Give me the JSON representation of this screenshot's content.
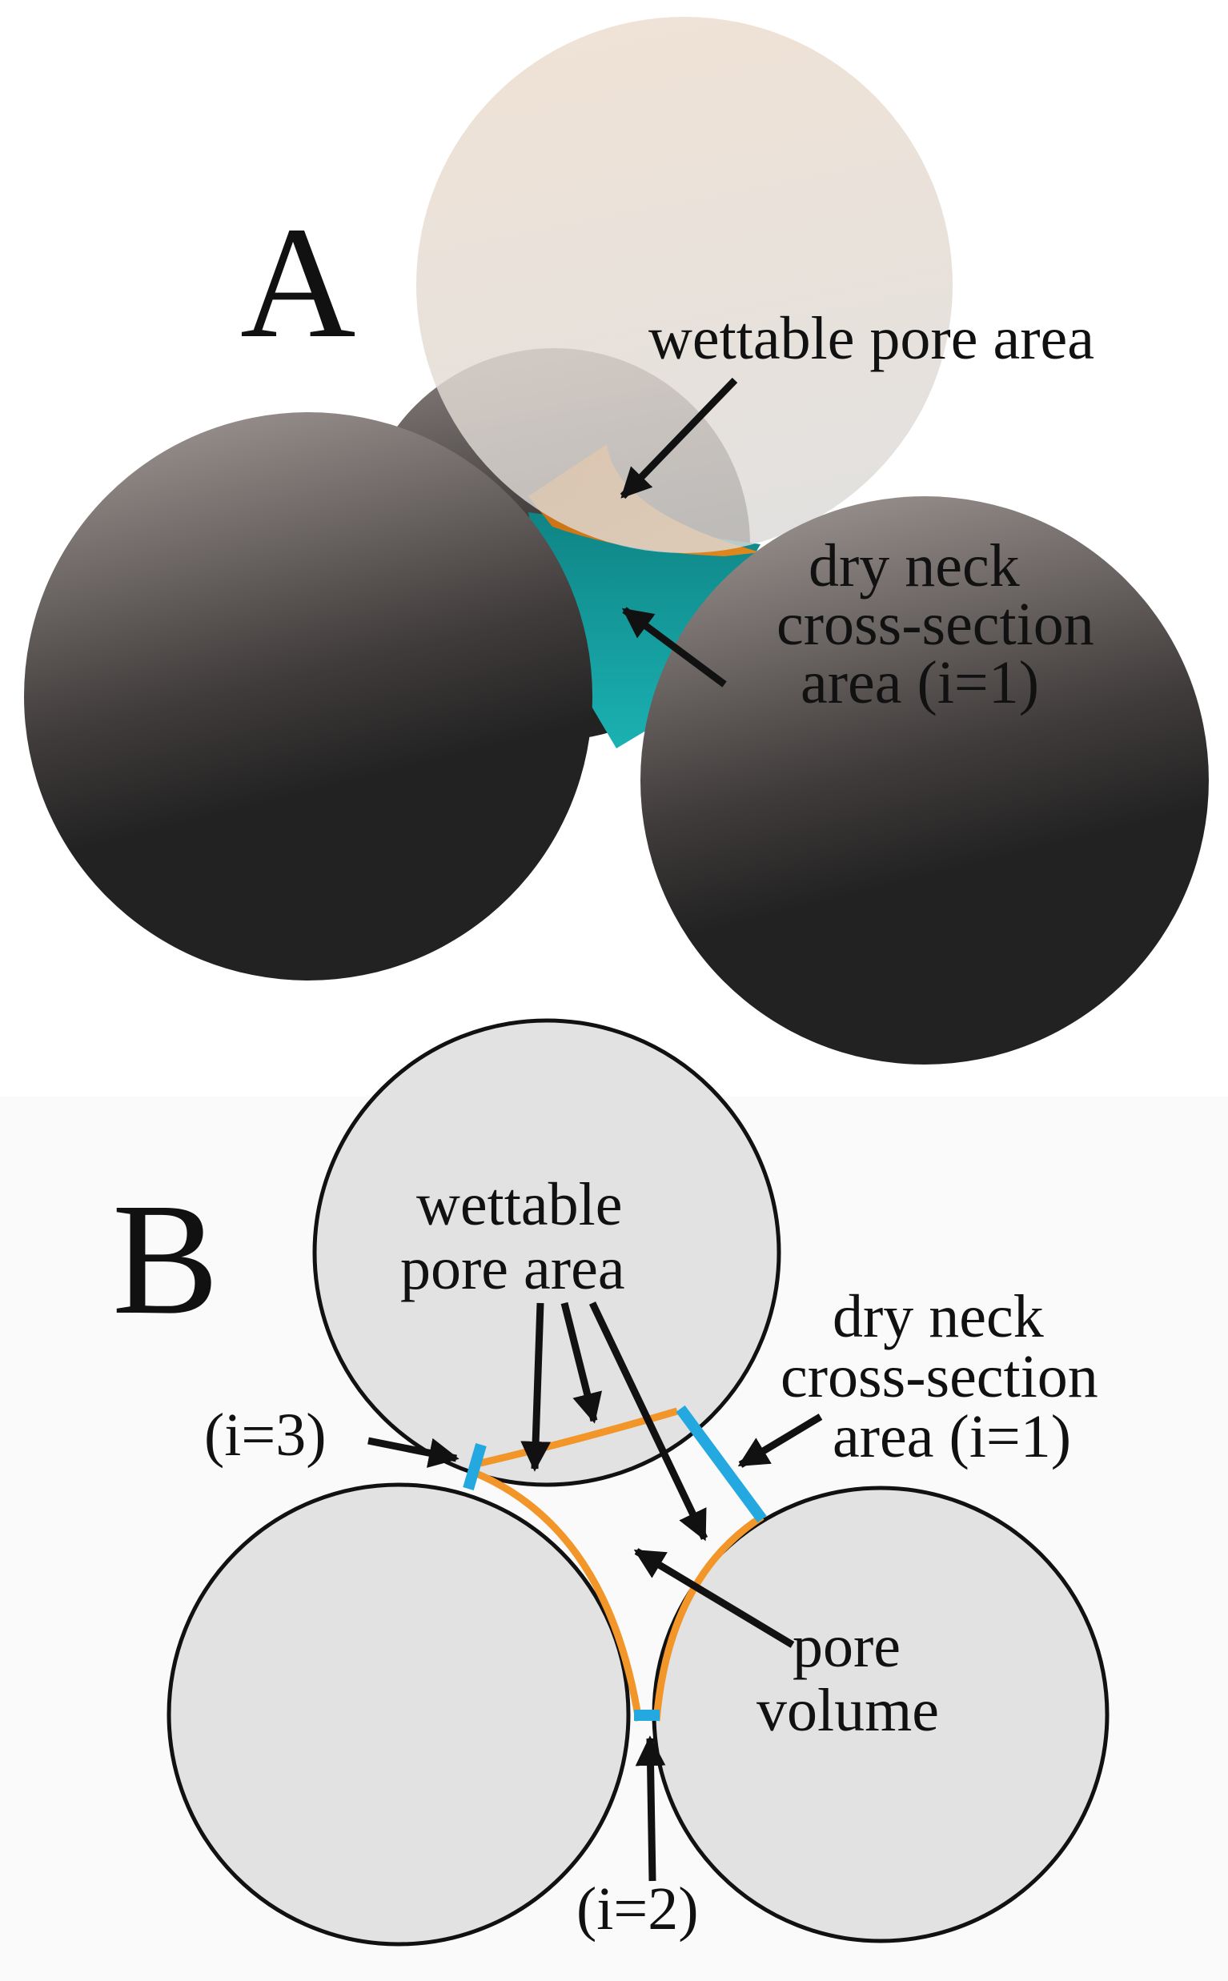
{
  "panel_a": {
    "letter": "A",
    "wettable_label": "wettable pore area",
    "neck_label": [
      "dry neck",
      "cross-section",
      "area (i=1)"
    ],
    "colors": {
      "sphere_dark": "#222222",
      "sphere_light": "#a69d9a",
      "top_sphere": "#e8ddd2",
      "wettable_surface": "#d27a1e",
      "neck_surface": "#139a9c"
    }
  },
  "panel_b": {
    "letter": "B",
    "wettable_label": [
      "wettable",
      "pore area"
    ],
    "neck_label": [
      "dry neck",
      "cross-section",
      "area (i=1)"
    ],
    "neck3_label": "(i=3)",
    "neck2_label": "(i=2)",
    "pore_label": [
      "pore",
      "volume"
    ],
    "colors": {
      "circle_fill": "#e2e2e2",
      "circle_stroke": "#111111",
      "wettable_arc": "#f2962a",
      "neck_line": "#23a8e0",
      "background": "#fafafa"
    }
  }
}
